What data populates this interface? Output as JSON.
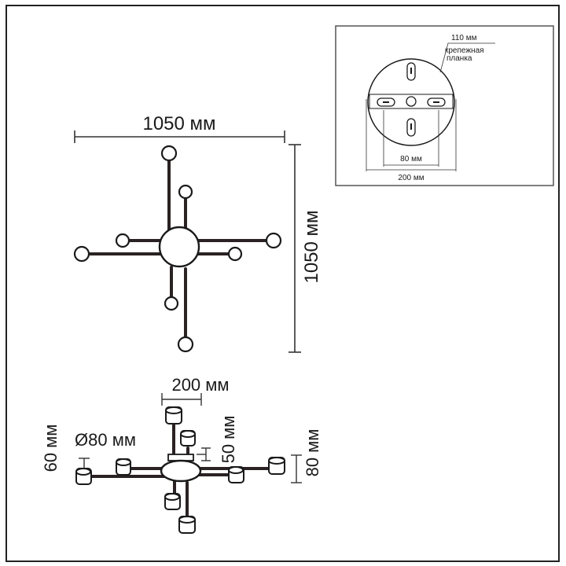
{
  "top_view": {
    "width_label": "1050 мм",
    "height_label": "1050 мм"
  },
  "side_view": {
    "base_width_label": "200 мм",
    "shade_diameter_label": "Ø80 мм",
    "stem_label": "50 мм",
    "shade_height_label": "60 мм",
    "total_height_label": "80 мм"
  },
  "mount_plate": {
    "plate_label": "110 мм",
    "plate_caption_line1": "крепежная",
    "plate_caption_line2": "планка",
    "inner_width_label": "80 мм",
    "outer_width_label": "200 мм"
  },
  "colors": {
    "stroke": "#1a1a1a",
    "arm": "#2a2223",
    "dim_line": "#3a3a3a",
    "frame": "#555555"
  }
}
